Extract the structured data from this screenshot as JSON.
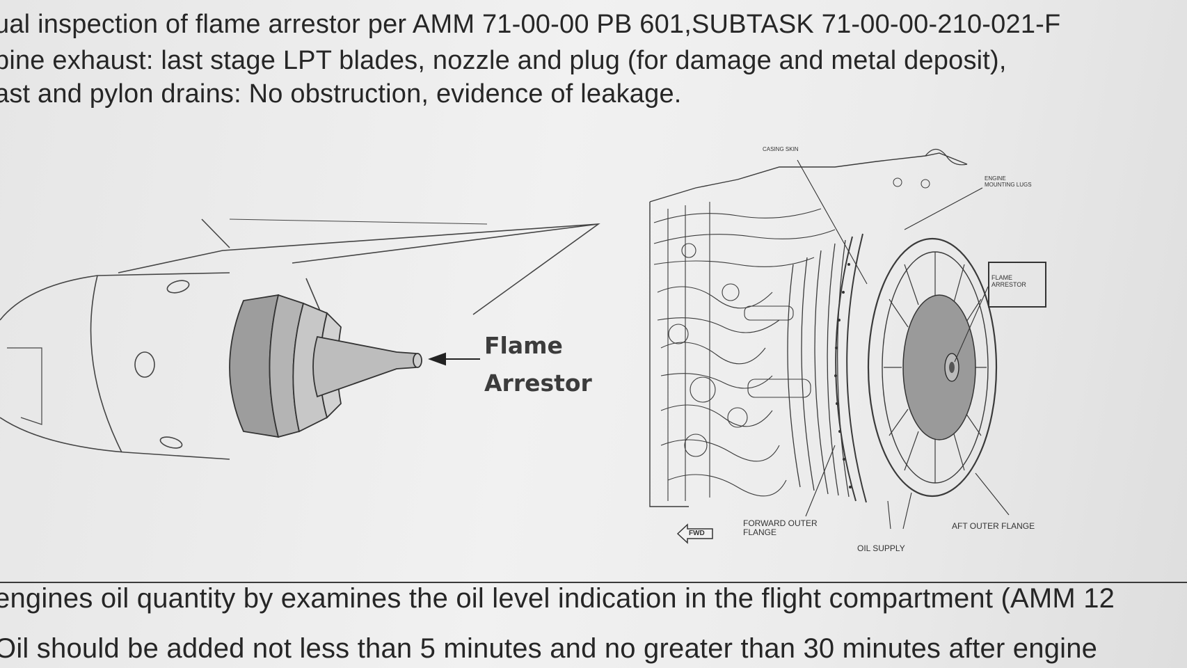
{
  "document": {
    "top_lines": [
      "ual inspection of flame arrestor per AMM 71-00-00 PB 601,SUBTASK 71-00-00-210-021-F",
      "bine exhaust: last stage LPT blades, nozzle and plug (for damage and metal deposit),",
      "ast and pylon drains: No obstruction, evidence of leakage."
    ],
    "bottom_lines": [
      "engines oil quantity by examines the oil level indication in the flight compartment (AMM 12",
      "Oil should be added not less than 5 minutes and no greater than 30 minutes after engine"
    ]
  },
  "figure_left": {
    "callout_line1": "Flame",
    "callout_line2": "Arrestor"
  },
  "figure_right": {
    "labels": {
      "casing_skin": "CASING SKIN",
      "engine_mounting_lugs": "ENGINE MOUNTING LUGS",
      "flame_arrestor": "FLAME ARRESTOR",
      "forward_outer_flange": "FORWARD OUTER FLANGE",
      "oil_supply": "OIL SUPPLY",
      "aft_outer_flange": "AFT OUTER FLANGE",
      "fwd": "FWD"
    }
  }
}
